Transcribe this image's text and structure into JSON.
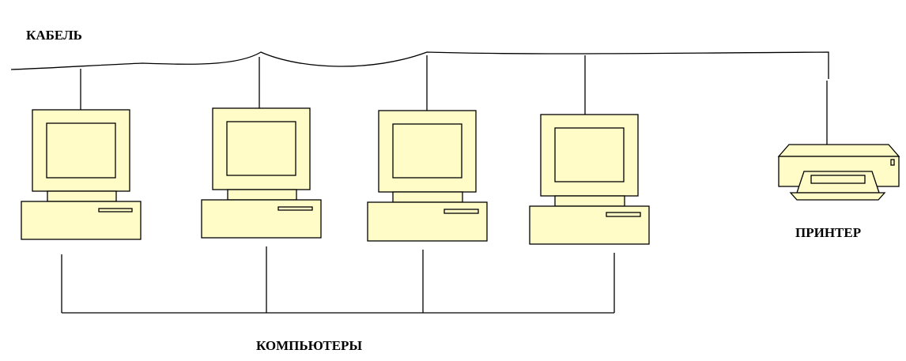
{
  "labels": {
    "cable": "КАБЕЛЬ",
    "printer": "ПРИНТЕР",
    "computers": "КОМПЬЮТЕРЫ"
  },
  "devices": {
    "computer_count": 4,
    "printer_count": 1
  },
  "colors": {
    "device_fill": "#fffcc8",
    "line": "#000000",
    "background": "#ffffff"
  }
}
